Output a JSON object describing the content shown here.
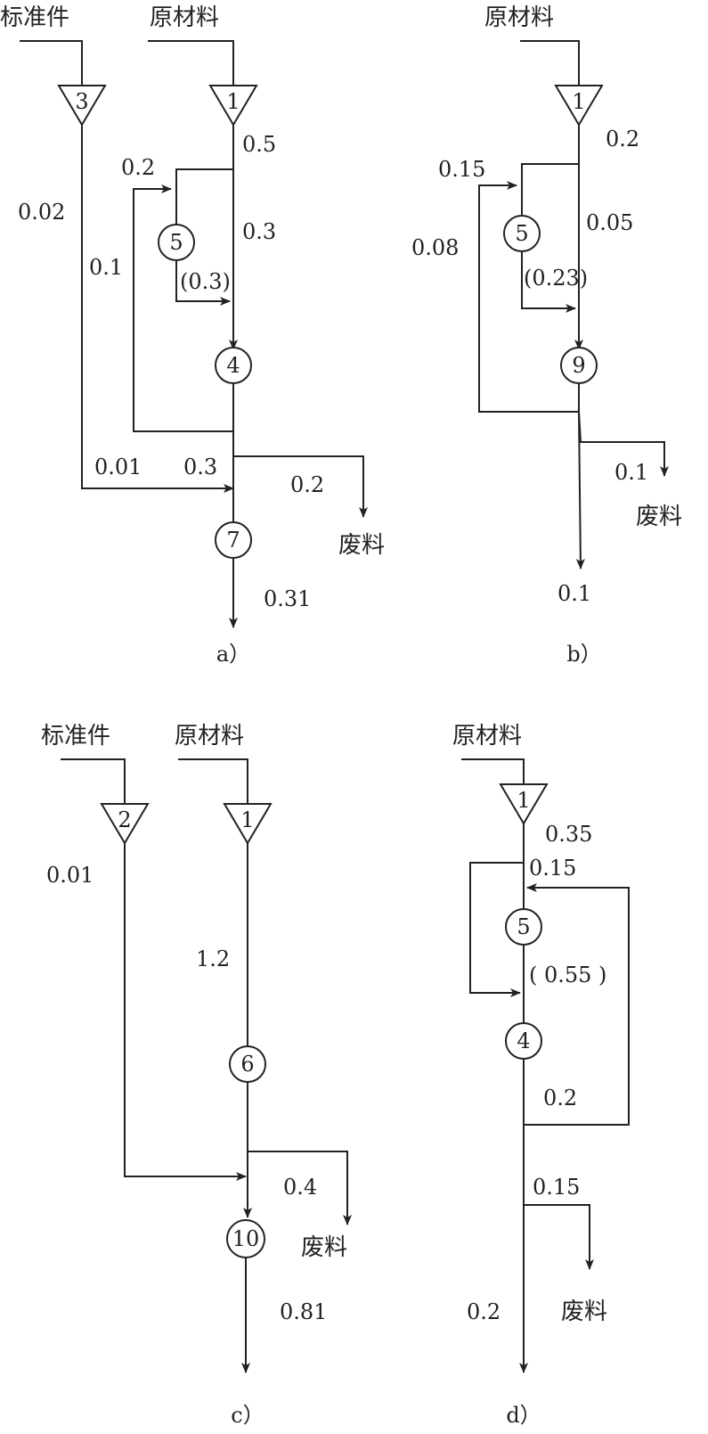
{
  "diagrams": {
    "a": {
      "caption": "a）",
      "source_std": "标准件",
      "source_raw": "原材料",
      "waste": "废料",
      "tri_std": "3",
      "tri_raw": "1",
      "n5": "5",
      "n4": "4",
      "n7": "7",
      "v_050": "0.5",
      "v_020": "0.2",
      "v_030": "0.3",
      "v_p030": "(0.3)",
      "v_002": "0.02",
      "v_010": "0.1",
      "v_001": "0.01",
      "v_030b": "0.3",
      "v_020b": "0.2",
      "v_031": "0.31"
    },
    "b": {
      "caption": "b）",
      "source_raw": "原材料",
      "waste": "废料",
      "tri_raw": "1",
      "n5": "5",
      "n9": "9",
      "v_020": "0.2",
      "v_015": "0.15",
      "v_005": "0.05",
      "v_008": "0.08",
      "v_p023": "(0.23)",
      "v_010": "0.1",
      "v_010b": "0.1"
    },
    "c": {
      "caption": "c）",
      "source_std": "标准件",
      "source_raw": "原材料",
      "waste": "废料",
      "tri_std": "2",
      "tri_raw": "1",
      "n6": "6",
      "n10": "10",
      "v_001": "0.01",
      "v_120": "1.2",
      "v_040": "0.4",
      "v_081": "0.81"
    },
    "d": {
      "caption": "d）",
      "source_raw": "原材料",
      "waste": "废料",
      "tri_raw": "1",
      "n5": "5",
      "n4": "4",
      "v_035": "0.35",
      "v_015": "0.15",
      "v_p055": "( 0.55 )",
      "v_020": "0.2",
      "v_015b": "0.15",
      "v_020b": "0.2"
    }
  }
}
